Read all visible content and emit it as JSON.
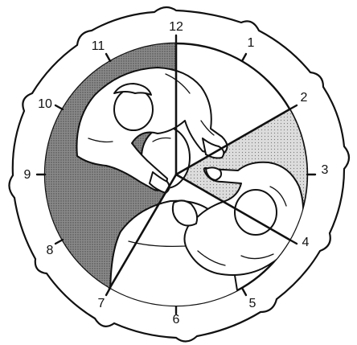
{
  "clock": {
    "hours": [
      "12",
      "1",
      "2",
      "3",
      "4",
      "5",
      "6",
      "7",
      "8",
      "9",
      "10",
      "11"
    ]
  },
  "zones": [
    {
      "id": "dark",
      "fill": "#8c8c8c",
      "pattern": "dense-stipple"
    },
    {
      "id": "light",
      "fill": "#d6d6d6",
      "pattern": "light-stipple"
    },
    {
      "id": "clear",
      "fill": "#ffffff",
      "pattern": "none"
    }
  ],
  "colors": {
    "line": "#111111",
    "background": "#ffffff"
  }
}
